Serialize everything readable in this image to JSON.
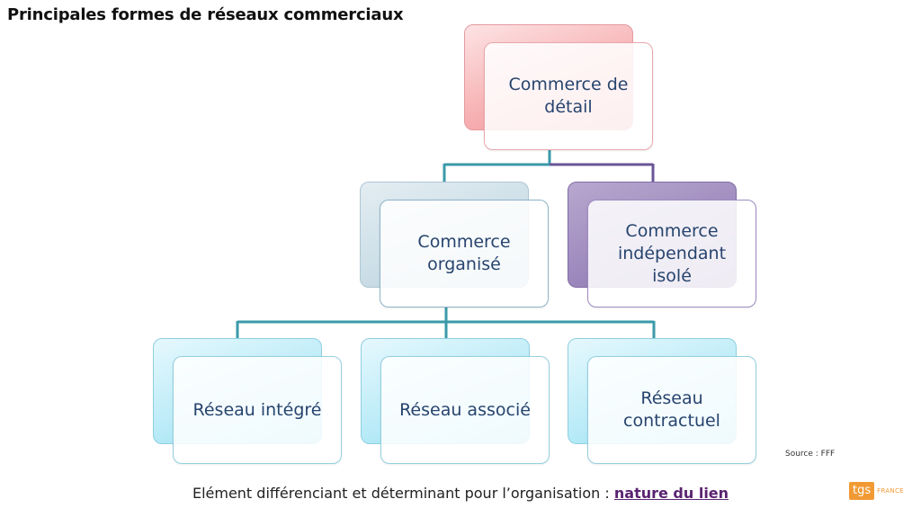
{
  "title": "Principales formes de réseaux commerciaux",
  "colors": {
    "teal_connector": "#3a9aa9",
    "purple_connector": "#6a5597",
    "text": "#27446e",
    "emphasis": "#5a2470",
    "logo": "#f19a34"
  },
  "nodes": {
    "root": "Commerce de\ndétail",
    "organise": "Commerce\norganisé",
    "independant": "Commerce\nindépendant\nisolé",
    "integre": "Réseau intégré",
    "associe": "Réseau associé",
    "contractuel": "Réseau\ncontractuel"
  },
  "source": "Source : FFF",
  "footer": {
    "lead": "Elément différenciant et déterminant pour l’organisation : ",
    "emphasis": "nature du lien"
  },
  "logo": {
    "mark": "tgs",
    "text": "FRANCE"
  }
}
